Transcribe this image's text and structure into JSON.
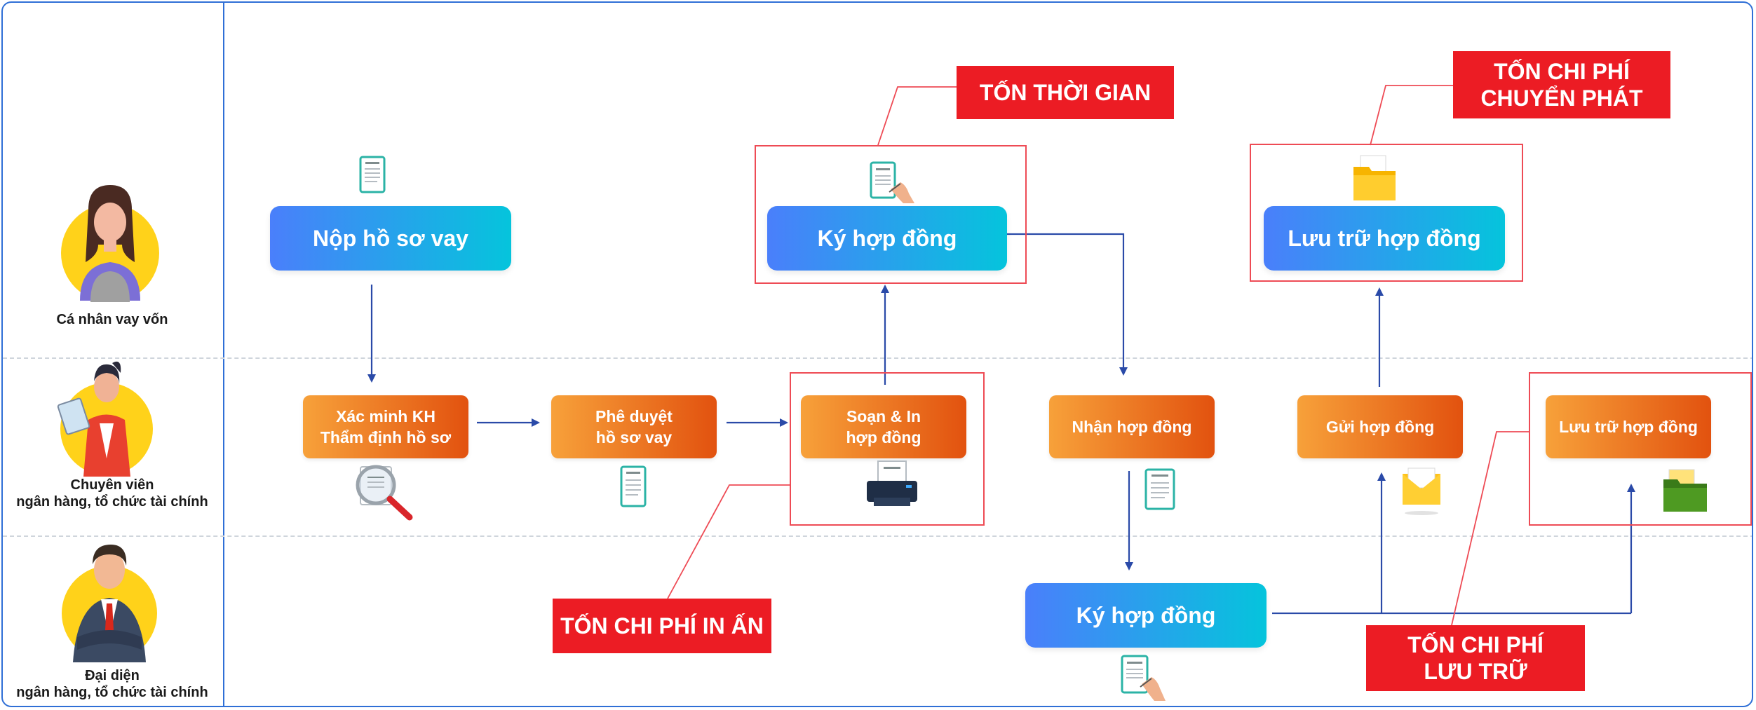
{
  "actors": [
    {
      "label_line1": "Cá nhân vay vốn",
      "label_line2": ""
    },
    {
      "label_line1": "Chuyên viên",
      "label_line2": "ngân hàng, tổ chức tài chính"
    },
    {
      "label_line1": "Đại diện",
      "label_line2": "ngân hàng, tổ chức tài chính"
    }
  ],
  "steps": {
    "nop_ho_so": "Nộp hồ sơ vay",
    "ky_hop_dong_top": "Ký hợp đồng",
    "luu_tru_top": "Lưu trữ hợp đồng",
    "xac_minh": [
      "Xác minh KH",
      "Thẩm định hồ sơ"
    ],
    "phe_duyet": [
      "Phê duyệt",
      "hồ sơ vay"
    ],
    "soan_in": [
      "Soạn & In",
      "hợp đồng"
    ],
    "nhan_hop_dong": "Nhận hợp đồng",
    "gui_hop_dong": "Gửi hợp đồng",
    "luu_tru_mid": "Lưu trữ hợp đồng",
    "ky_hop_dong_bottom": "Ký hợp đồng"
  },
  "callouts": {
    "ton_thoi_gian": [
      "TỐN THỜI GIAN"
    ],
    "ton_chuyen_phat": [
      "TỐN CHI PHÍ",
      "CHUYỂN PHÁT"
    ],
    "ton_in_an": [
      "TỐN CHI PHÍ IN ẤN"
    ],
    "ton_luu_tru": [
      "TỐN CHI PHÍ",
      "LƯU TRỮ"
    ]
  },
  "icons": {
    "document": "contract-document-icon",
    "signing": "signing-document-icon",
    "folder": "folder-icon",
    "magnifier": "magnifier-document-icon",
    "printer": "printer-icon",
    "envelope": "envelope-icon",
    "green_folder": "green-folder-icon"
  },
  "colors": {
    "frame": "#2f6fd6",
    "arrow": "#2a4aa8",
    "callout": "#ec1c24",
    "highlight_border": "#ee4b55",
    "blue_start": "#4a7ffb",
    "blue_end": "#05c4dc",
    "orange_start": "#f7a13a",
    "orange_end": "#e2520f"
  }
}
